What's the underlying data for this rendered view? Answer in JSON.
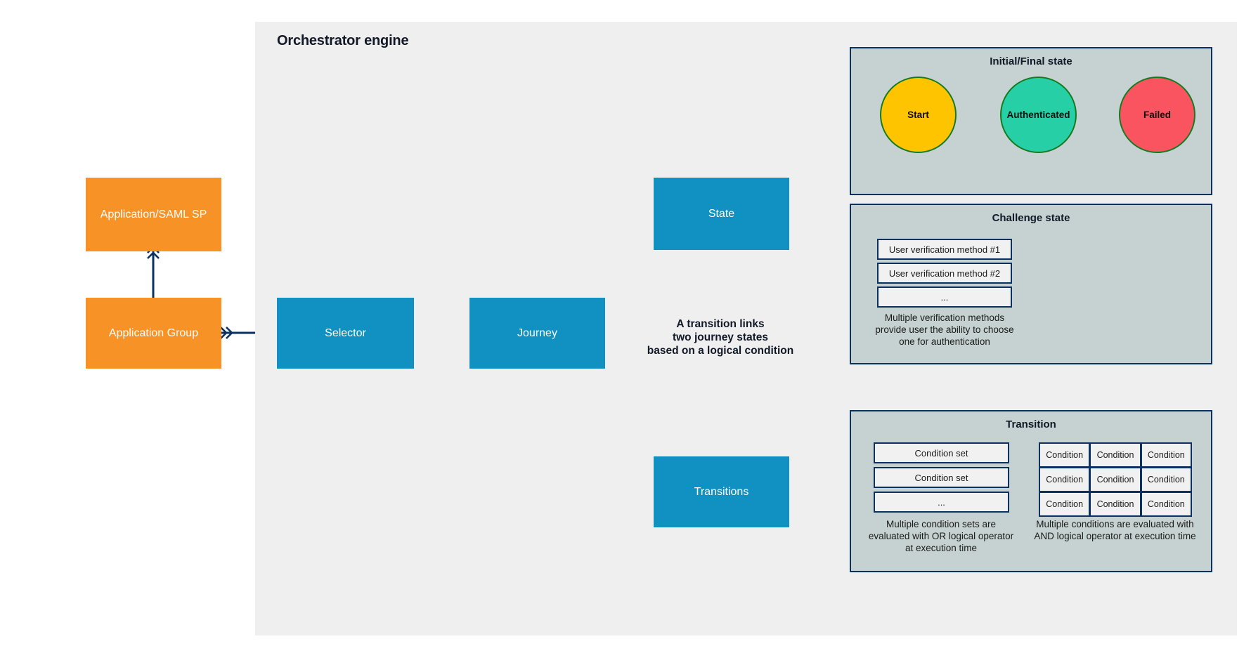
{
  "engine": {
    "title": "Orchestrator engine"
  },
  "nodes": {
    "app_saml_sp": "Application/SAML SP",
    "app_group": "Application Group",
    "selector": "Selector",
    "journey": "Journey",
    "state": "State",
    "transitions": "Transitions"
  },
  "annotation": {
    "transition_note": "A transition links\ntwo journey states\nbased on a logical condition"
  },
  "panels": {
    "initial_final": {
      "title": "Initial/Final state",
      "circles": [
        {
          "label": "Start",
          "fill": "#FFC400",
          "stroke": "#157a1f"
        },
        {
          "label": "Authenticated",
          "fill": "#26CFA6",
          "stroke": "#157a1f"
        },
        {
          "label": "Failed",
          "fill": "#FB5461",
          "stroke": "#157a1f"
        }
      ]
    },
    "challenge_state": {
      "title": "Challenge state",
      "methods": [
        "User verification method #1",
        "User verification method #2",
        "..."
      ],
      "caption": "Multiple verification methods provide user the ability to choose one for authentication"
    },
    "transition": {
      "title": "Transition",
      "condition_sets": [
        "Condition set",
        "Condition set",
        "..."
      ],
      "conditions": [
        "Condition",
        "Condition",
        "Condition",
        "Condition",
        "Condition",
        "Condition",
        "Condition",
        "Condition",
        "Condition"
      ],
      "caption_left": "Multiple condition sets are evaluated with OR logical operator at execution time",
      "caption_right": "Multiple conditions are evaluated with AND logical operator at execution time"
    }
  },
  "colors": {
    "orange": "#f79227",
    "blue": "#1191c2",
    "navy": "#0b3160",
    "panel_bg": "#c6d2d1",
    "engine_bg": "#efefef"
  }
}
